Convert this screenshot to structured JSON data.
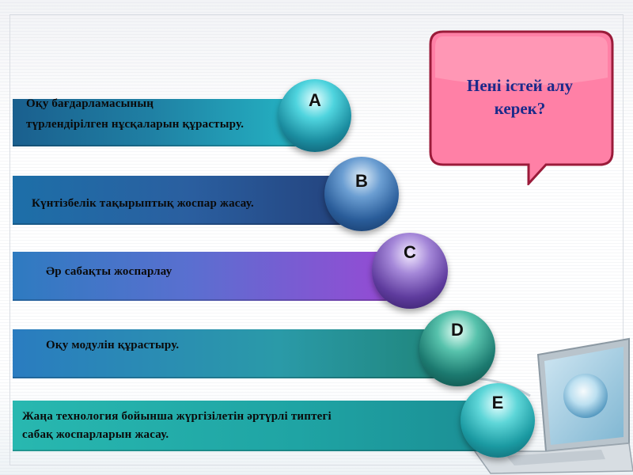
{
  "callout": {
    "line1": "Нені істей алу",
    "line2": "керек?"
  },
  "items": [
    {
      "letter": "A",
      "lines": [
        "Оқу бағдарламасының",
        "түрлендірілген нұсқаларын құрастыру."
      ]
    },
    {
      "letter": "B",
      "lines": [
        "Күнтізбелік тақырыптық жоспар жасау."
      ]
    },
    {
      "letter": "C",
      "lines": [
        "Әр сабақты жоспарлау"
      ]
    },
    {
      "letter": "D",
      "lines": [
        "Оқу модулін  құрастыру."
      ]
    },
    {
      "letter": "E",
      "lines": [
        "Жаңа технология бойынша  жүргізілетін  әртүрлі типтегі",
        "сабақ жоспарларын жасау."
      ]
    }
  ],
  "colors": {
    "callout_fill": "#ff80a6",
    "callout_border": "#9b1b3a",
    "callout_text": "#1a2a8a"
  }
}
